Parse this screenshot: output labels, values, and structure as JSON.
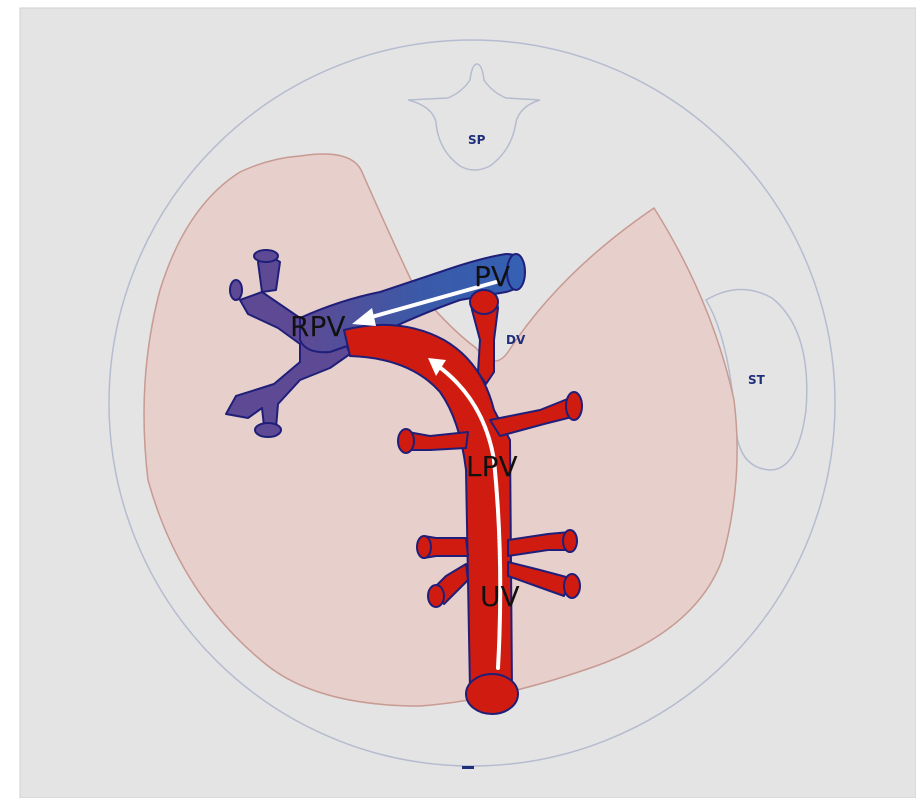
{
  "diagram": {
    "labels": {
      "sp": "SP",
      "st": "ST",
      "dv": "DV",
      "pv": "PV",
      "rpv": "RPV",
      "lpv": "LPV",
      "uv": "UV"
    },
    "colors": {
      "background": "#e4e4e4",
      "liver": "#e7cfcb",
      "liver_outline": "#c79a92",
      "portal_vein_blue": "#3a5aa8",
      "right_portal_purple": "#5e4a94",
      "umbilical_red": "#d01b10",
      "vessel_outline": "#1f1f7a",
      "arrow": "#ffffff"
    }
  }
}
